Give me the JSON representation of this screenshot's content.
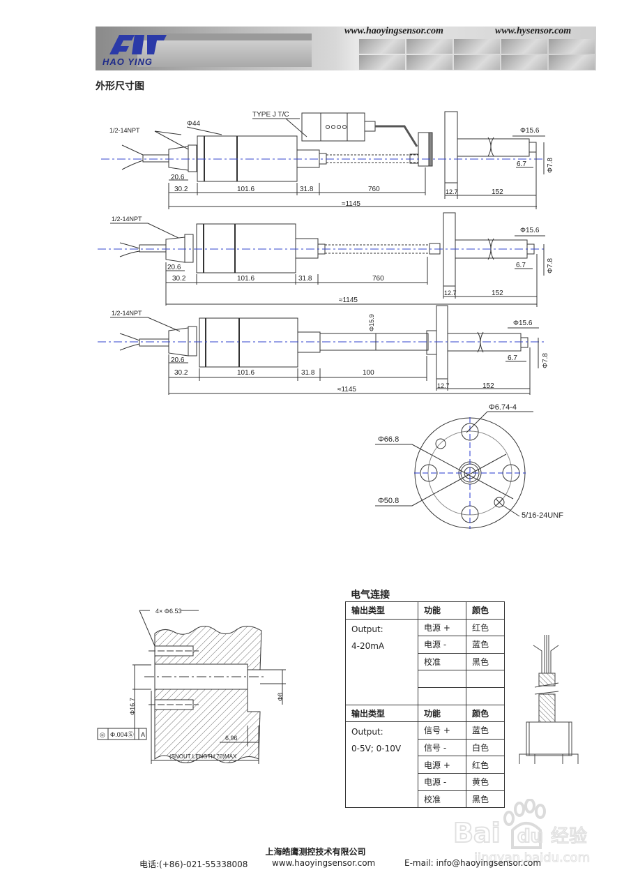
{
  "header": {
    "brand": "HAO YING",
    "url_primary": "www.haoyingsensor.com",
    "url_secondary": "www.hysensor.com"
  },
  "section_title": "外形尺寸图",
  "drawing_1": {
    "thread_label": "1/2-14NPT",
    "body_diameter": "Φ44",
    "connector_label": "TYPE J T/C",
    "dims": {
      "d20_6": "20.6",
      "d30_2": "30.2",
      "d101_6": "101.6",
      "d31_8": "31.8",
      "d760": "760",
      "d1145": "≈1145",
      "d12_7": "12.7",
      "d152": "152",
      "d6_7": "6.7",
      "phi7_8": "Φ7.8",
      "phi15_6": "Φ15.6"
    }
  },
  "drawing_2": {
    "thread_label": "1/2-14NPT",
    "dims": {
      "d20_6": "20.6",
      "d30_2": "30.2",
      "d101_6": "101.6",
      "d31_8": "31.8",
      "d760": "760",
      "d1145": "≈1145",
      "d12_7": "12.7",
      "d152": "152",
      "d6_7": "6.7",
      "phi7_8": "Φ7.8",
      "phi15_6": "Φ15.6"
    }
  },
  "drawing_3": {
    "thread_label": "1/2-14NPT",
    "dims": {
      "d20_6": "20.6",
      "d30_2": "30.2",
      "d101_6": "101.6",
      "d31_8": "31.8",
      "d100": "100",
      "d1145": "≈1145",
      "d12_7": "12.7",
      "d152": "152",
      "d6_7": "6.7",
      "phi7_8": "Φ7.8",
      "phi15_6": "Φ15.6",
      "phi15_9": "Φ15.9"
    }
  },
  "flange": {
    "hole_label": "Φ6.74-4",
    "outer_dia": "Φ66.8",
    "bolt_circle": "Φ50.8",
    "thread": "5/16-24UNF"
  },
  "snout": {
    "holes": "4× Φ6.53",
    "bore": "Φ16.7",
    "inner": "Φ8",
    "depth": "6.96",
    "length": "(SNOUT LENGTH 70)MAX",
    "tolerance_symbol": "◎",
    "tolerance_value": "Φ.004Ⓢ",
    "datum": "A"
  },
  "electrical": {
    "title": "电气连接",
    "headers": [
      "输出类型",
      "功能",
      "颜色"
    ],
    "group1": {
      "output_line1": "Output:",
      "output_line2": "4-20mA",
      "rows": [
        {
          "func": "电源 +",
          "color": "红色"
        },
        {
          "func": "电源 -",
          "color": "蓝色"
        },
        {
          "func": "校准",
          "color": "黑色"
        },
        {
          "func": "",
          "color": ""
        },
        {
          "func": "",
          "color": ""
        }
      ]
    },
    "group2": {
      "output_line1": "Output:",
      "output_line2": "0-5V; 0-10V",
      "rows": [
        {
          "func": "信号 +",
          "color": "蓝色"
        },
        {
          "func": "信号 -",
          "color": "白色"
        },
        {
          "func": "电源 +",
          "color": "红色"
        },
        {
          "func": "电源 -",
          "color": "黄色"
        },
        {
          "func": "校准",
          "color": "黑色"
        }
      ]
    }
  },
  "footer": {
    "company": "上海皓鹰测控技术有限公司",
    "phone": "电话:(+86)-021-55338008",
    "website": "www.haoyingsensor.com",
    "email": "E-mail: info@haoyingsensor.com"
  },
  "watermark": {
    "text": "Bai du 经验",
    "sub": "jingyan.baidu.com"
  }
}
